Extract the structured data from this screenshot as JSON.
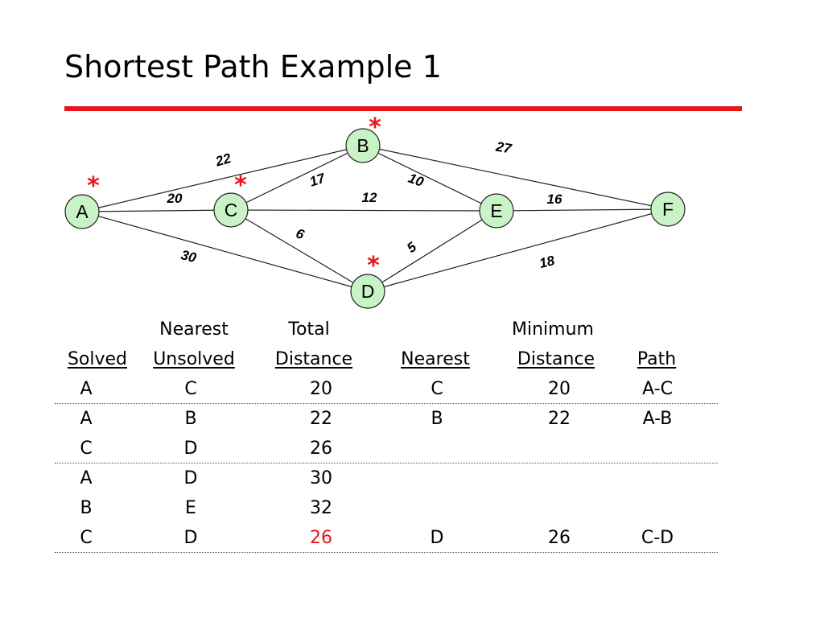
{
  "title": "Shortest Path Example 1",
  "colors": {
    "accent_red": "#e8151b",
    "node_fill": "#c9f2c7",
    "edge": "#222222",
    "text": "#000000"
  },
  "graph": {
    "nodes": [
      {
        "id": "A",
        "label": "A"
      },
      {
        "id": "B",
        "label": "B"
      },
      {
        "id": "C",
        "label": "C"
      },
      {
        "id": "D",
        "label": "D"
      },
      {
        "id": "E",
        "label": "E"
      },
      {
        "id": "F",
        "label": "F"
      }
    ],
    "edges": [
      {
        "from": "A",
        "to": "B",
        "weight": "22"
      },
      {
        "from": "A",
        "to": "C",
        "weight": "20"
      },
      {
        "from": "A",
        "to": "D",
        "weight": "30"
      },
      {
        "from": "B",
        "to": "C",
        "weight": "17"
      },
      {
        "from": "B",
        "to": "E",
        "weight": "10"
      },
      {
        "from": "B",
        "to": "F",
        "weight": "27"
      },
      {
        "from": "C",
        "to": "E",
        "weight": "12"
      },
      {
        "from": "C",
        "to": "D",
        "weight": "6"
      },
      {
        "from": "D",
        "to": "E",
        "weight": "5"
      },
      {
        "from": "E",
        "to": "F",
        "weight": "16"
      },
      {
        "from": "D",
        "to": "F",
        "weight": "18"
      }
    ],
    "solved_markers": [
      "A",
      "B",
      "C",
      "D"
    ],
    "marker_symbol": "*"
  },
  "table": {
    "header_top": {
      "nearest": "Nearest",
      "total": "Total",
      "minimum": "Minimum"
    },
    "header": {
      "solved": "Solved",
      "unsolved": "Unsolved",
      "distance": "Distance",
      "nearest": "Nearest",
      "min_distance": "Distance",
      "path": "Path"
    },
    "rows": [
      {
        "solved": "A",
        "unsolved": "C",
        "total": "20",
        "nearest": "C",
        "min": "20",
        "path": "A-C"
      },
      {
        "solved": "A",
        "unsolved": "B",
        "total": "22",
        "nearest": "B",
        "min": "22",
        "path": "A-B"
      },
      {
        "solved": "C",
        "unsolved": "D",
        "total": "26",
        "nearest": "",
        "min": "",
        "path": ""
      },
      {
        "solved": "A",
        "unsolved": "D",
        "total": "30",
        "nearest": "",
        "min": "",
        "path": ""
      },
      {
        "solved": "B",
        "unsolved": "E",
        "total": "32",
        "nearest": "",
        "min": "",
        "path": ""
      },
      {
        "solved": "C",
        "unsolved": "D",
        "total": "26",
        "total_highlight": true,
        "nearest": "D",
        "min": "26",
        "path": "C-D"
      }
    ],
    "group_separators_after": [
      0,
      2,
      5
    ]
  }
}
